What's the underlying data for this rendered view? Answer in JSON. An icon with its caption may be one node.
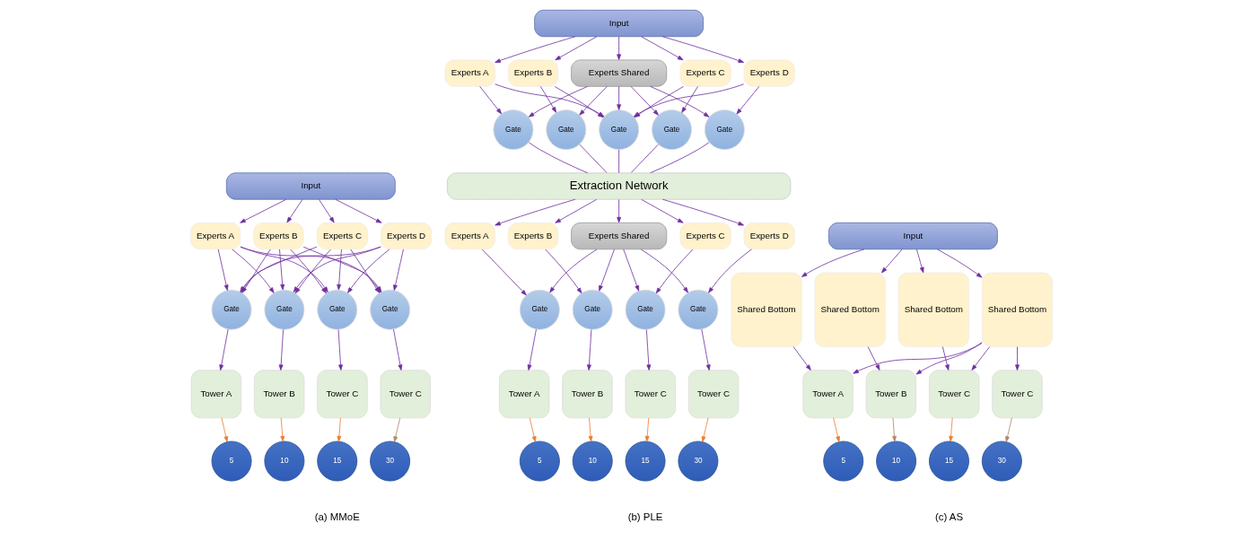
{
  "diagram": {
    "nodes": [
      {
        "text": [
          "Input"
        ]
      },
      {
        "text": [
          "Experts A"
        ]
      },
      {
        "text": [
          "Experts B"
        ]
      },
      {
        "text": [
          "Experts C"
        ]
      },
      {
        "text": [
          "Experts D"
        ]
      },
      {
        "text": [
          "Gate"
        ]
      },
      {
        "text": [
          "Gate"
        ]
      },
      {
        "text": [
          "Gate"
        ]
      },
      {
        "text": [
          "Gate"
        ]
      },
      {
        "text": [
          "Tower A"
        ]
      },
      {
        "text": [
          "Tower B"
        ]
      },
      {
        "text": [
          "Tower C"
        ]
      },
      {
        "text": [
          "Tower C"
        ]
      },
      {
        "text": [
          "5"
        ]
      },
      {
        "text": [
          "10"
        ]
      },
      {
        "text": [
          "15"
        ]
      },
      {
        "text": [
          "30"
        ]
      },
      {
        "text": [
          "Input"
        ]
      },
      {
        "text": [
          "Experts A"
        ]
      },
      {
        "text": [
          "Experts B"
        ]
      },
      {
        "text": [
          "Experts Shared"
        ]
      },
      {
        "text": [
          "Experts C"
        ]
      },
      {
        "text": [
          "Experts D"
        ]
      },
      {
        "text": [
          "Gate"
        ]
      },
      {
        "text": [
          "Gate"
        ]
      },
      {
        "text": [
          "Gate"
        ]
      },
      {
        "text": [
          "Gate"
        ]
      },
      {
        "text": [
          "Gate"
        ]
      },
      {
        "text": [
          "Extraction Network"
        ]
      },
      {
        "text": [
          "Experts A"
        ]
      },
      {
        "text": [
          "Experts B"
        ]
      },
      {
        "text": [
          "Experts Shared"
        ]
      },
      {
        "text": [
          "Experts C"
        ]
      },
      {
        "text": [
          "Experts D"
        ]
      },
      {
        "text": [
          "Gate"
        ]
      },
      {
        "text": [
          "Gate"
        ]
      },
      {
        "text": [
          "Gate"
        ]
      },
      {
        "text": [
          "Gate"
        ]
      },
      {
        "text": [
          "Tower A"
        ]
      },
      {
        "text": [
          "Tower B"
        ]
      },
      {
        "text": [
          "Tower C"
        ]
      },
      {
        "text": [
          "Tower C"
        ]
      },
      {
        "text": [
          "5"
        ]
      },
      {
        "text": [
          "10"
        ]
      },
      {
        "text": [
          "15"
        ]
      },
      {
        "text": [
          "30"
        ]
      },
      {
        "text": [
          "Input"
        ]
      },
      {
        "text": [
          "Shared Bottom"
        ]
      },
      {
        "text": [
          "Shared Bottom"
        ]
      },
      {
        "text": [
          "Shared Bottom"
        ]
      },
      {
        "text": [
          "Shared Bottom"
        ]
      },
      {
        "text": [
          "Tower A"
        ]
      },
      {
        "text": [
          "Tower B"
        ]
      },
      {
        "text": [
          "Tower C"
        ]
      },
      {
        "text": [
          "Tower C"
        ]
      },
      {
        "text": [
          "5"
        ]
      },
      {
        "text": [
          "10"
        ]
      },
      {
        "text": [
          "15"
        ]
      },
      {
        "text": [
          "30"
        ]
      }
    ],
    "edges": [
      {
        "from": 0,
        "to": 1,
        "arrow": "to"
      },
      {
        "from": 0,
        "to": 2,
        "arrow": "to"
      },
      {
        "from": 0,
        "to": 3,
        "arrow": "to"
      },
      {
        "from": 0,
        "to": 4,
        "arrow": "to"
      },
      {
        "from": 1,
        "to": 5,
        "arrow": "to"
      },
      {
        "from": 1,
        "to": 6,
        "arrow": "to"
      },
      {
        "from": 1,
        "to": 7,
        "arrow": "to"
      },
      {
        "from": 1,
        "to": 8,
        "arrow": "to"
      },
      {
        "from": 2,
        "to": 5,
        "arrow": "to"
      },
      {
        "from": 2,
        "to": 6,
        "arrow": "to"
      },
      {
        "from": 2,
        "to": 7,
        "arrow": "to"
      },
      {
        "from": 2,
        "to": 8,
        "arrow": "to"
      },
      {
        "from": 3,
        "to": 5,
        "arrow": "to"
      },
      {
        "from": 3,
        "to": 6,
        "arrow": "to"
      },
      {
        "from": 3,
        "to": 7,
        "arrow": "to"
      },
      {
        "from": 3,
        "to": 8,
        "arrow": "to"
      },
      {
        "from": 4,
        "to": 5,
        "arrow": "to"
      },
      {
        "from": 4,
        "to": 6,
        "arrow": "to"
      },
      {
        "from": 4,
        "to": 7,
        "arrow": "to"
      },
      {
        "from": 4,
        "to": 8,
        "arrow": "to"
      },
      {
        "from": 5,
        "to": 9,
        "arrow": "to"
      },
      {
        "from": 6,
        "to": 10,
        "arrow": "to"
      },
      {
        "from": 7,
        "to": 11,
        "arrow": "to"
      },
      {
        "from": 8,
        "to": 12,
        "arrow": "to"
      },
      {
        "from": 9,
        "to": 13,
        "arrow": "to",
        "color": "#ed7d31"
      },
      {
        "from": 10,
        "to": 14,
        "arrow": "to",
        "color": "#ed7d31"
      },
      {
        "from": 11,
        "to": 15,
        "arrow": "to",
        "color": "#ed7d31"
      },
      {
        "from": 12,
        "to": 16,
        "arrow": "to",
        "color": "#b0876a"
      },
      {
        "from": 17,
        "to": 18,
        "arrow": "to"
      },
      {
        "from": 17,
        "to": 19,
        "arrow": "to"
      },
      {
        "from": 17,
        "to": 20,
        "arrow": "to"
      },
      {
        "from": 17,
        "to": 21,
        "arrow": "to"
      },
      {
        "from": 17,
        "to": 22,
        "arrow": "to"
      },
      {
        "from": 18,
        "to": 23,
        "arrow": "to"
      },
      {
        "from": 18,
        "to": 25,
        "arrow": "to"
      },
      {
        "from": 19,
        "to": 24,
        "arrow": "to"
      },
      {
        "from": 19,
        "to": 25,
        "arrow": "to"
      },
      {
        "from": 20,
        "to": 23,
        "arrow": "to"
      },
      {
        "from": 20,
        "to": 24,
        "arrow": "to"
      },
      {
        "from": 20,
        "to": 25,
        "arrow": "to"
      },
      {
        "from": 20,
        "to": 26,
        "arrow": "to"
      },
      {
        "from": 20,
        "to": 27,
        "arrow": "to"
      },
      {
        "from": 21,
        "to": 26,
        "arrow": "to"
      },
      {
        "from": 21,
        "to": 25,
        "arrow": "to"
      },
      {
        "from": 22,
        "to": 27,
        "arrow": "to"
      },
      {
        "from": 22,
        "to": 25,
        "arrow": "to"
      },
      {
        "from": 23,
        "to": 28,
        "arrow": "none"
      },
      {
        "from": 24,
        "to": 28,
        "arrow": "none"
      },
      {
        "from": 25,
        "to": 28,
        "arrow": "none"
      },
      {
        "from": 26,
        "to": 28,
        "arrow": "none"
      },
      {
        "from": 27,
        "to": 28,
        "arrow": "none"
      },
      {
        "from": 28,
        "to": 29,
        "arrow": "to"
      },
      {
        "from": 28,
        "to": 30,
        "arrow": "to"
      },
      {
        "from": 28,
        "to": 31,
        "arrow": "to"
      },
      {
        "from": 28,
        "to": 32,
        "arrow": "to"
      },
      {
        "from": 28,
        "to": 33,
        "arrow": "to"
      },
      {
        "from": 29,
        "to": 34,
        "arrow": "to"
      },
      {
        "from": 30,
        "to": 35,
        "arrow": "to"
      },
      {
        "from": 32,
        "to": 36,
        "arrow": "to"
      },
      {
        "from": 33,
        "to": 37,
        "arrow": "to"
      },
      {
        "from": 31,
        "to": 34,
        "arrow": "to"
      },
      {
        "from": 31,
        "to": 35,
        "arrow": "to"
      },
      {
        "from": 31,
        "to": 36,
        "arrow": "to"
      },
      {
        "from": 31,
        "to": 37,
        "arrow": "to"
      },
      {
        "from": 34,
        "to": 38,
        "arrow": "to"
      },
      {
        "from": 35,
        "to": 39,
        "arrow": "to"
      },
      {
        "from": 36,
        "to": 40,
        "arrow": "to"
      },
      {
        "from": 37,
        "to": 41,
        "arrow": "to"
      },
      {
        "from": 38,
        "to": 42,
        "arrow": "to",
        "color": "#ed7d31"
      },
      {
        "from": 39,
        "to": 43,
        "arrow": "to",
        "color": "#ed7d31"
      },
      {
        "from": 40,
        "to": 44,
        "arrow": "to",
        "color": "#ed7d31"
      },
      {
        "from": 41,
        "to": 45,
        "arrow": "to",
        "color": "#ed7d31"
      },
      {
        "from": 46,
        "to": 47,
        "arrow": "to"
      },
      {
        "from": 46,
        "to": 48,
        "arrow": "to"
      },
      {
        "from": 46,
        "to": 49,
        "arrow": "to"
      },
      {
        "from": 46,
        "to": 50,
        "arrow": "to"
      },
      {
        "from": 47,
        "to": 51,
        "arrow": "to"
      },
      {
        "from": 48,
        "to": 52,
        "arrow": "to"
      },
      {
        "from": 49,
        "to": 53,
        "arrow": "to"
      },
      {
        "from": 50,
        "to": 51,
        "arrow": "to"
      },
      {
        "from": 50,
        "to": 52,
        "arrow": "to"
      },
      {
        "from": 50,
        "to": 53,
        "arrow": "to"
      },
      {
        "from": 50,
        "to": 54,
        "arrow": "to"
      },
      {
        "from": 51,
        "to": 55,
        "arrow": "to",
        "color": "#ed7d31"
      },
      {
        "from": 52,
        "to": 56,
        "arrow": "to",
        "color": "#b0876a"
      },
      {
        "from": 53,
        "to": 57,
        "arrow": "to",
        "color": "#ed7d31"
      },
      {
        "from": 54,
        "to": 58,
        "arrow": "to",
        "color": "#b0876a"
      }
    ],
    "labels": [
      "(a) MMoE",
      "(b) PLE",
      "(c) AS"
    ]
  }
}
